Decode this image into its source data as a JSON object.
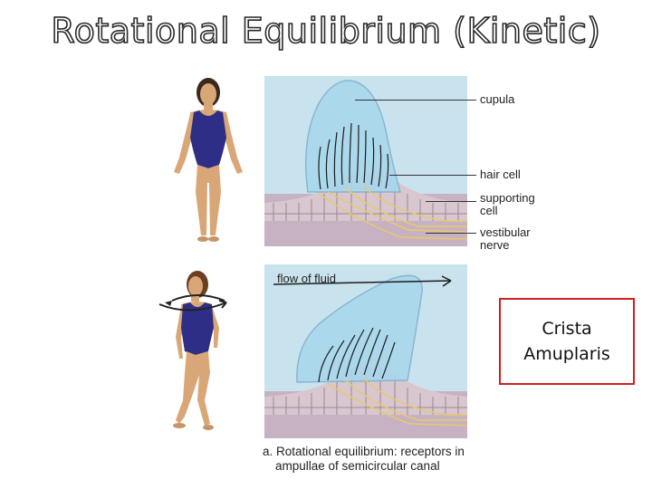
{
  "title": "Rotational Equilibrium (Kinetic)",
  "labels": {
    "cupula": "cupula",
    "hair_cell": "hair cell",
    "supporting_cell": [
      "supporting",
      "cell"
    ],
    "vestibular_nerve": [
      "vestibular",
      "nerve"
    ]
  },
  "flow_label": "flow of fluid",
  "caption": [
    "a. Rotational equilibrium: receptors in",
    "ampullae of semicircular canal"
  ],
  "callout": [
    "Crista",
    "Amuplaris"
  ],
  "colors": {
    "panel_bg": "#c9e3ee",
    "cupula": "#a9d7ec",
    "cells": "#d8c7cf",
    "nerve": "#e8c96c",
    "swimsuit": "#2e2e86",
    "skin": "#d9a777",
    "callout_border": "#d21f1f"
  }
}
